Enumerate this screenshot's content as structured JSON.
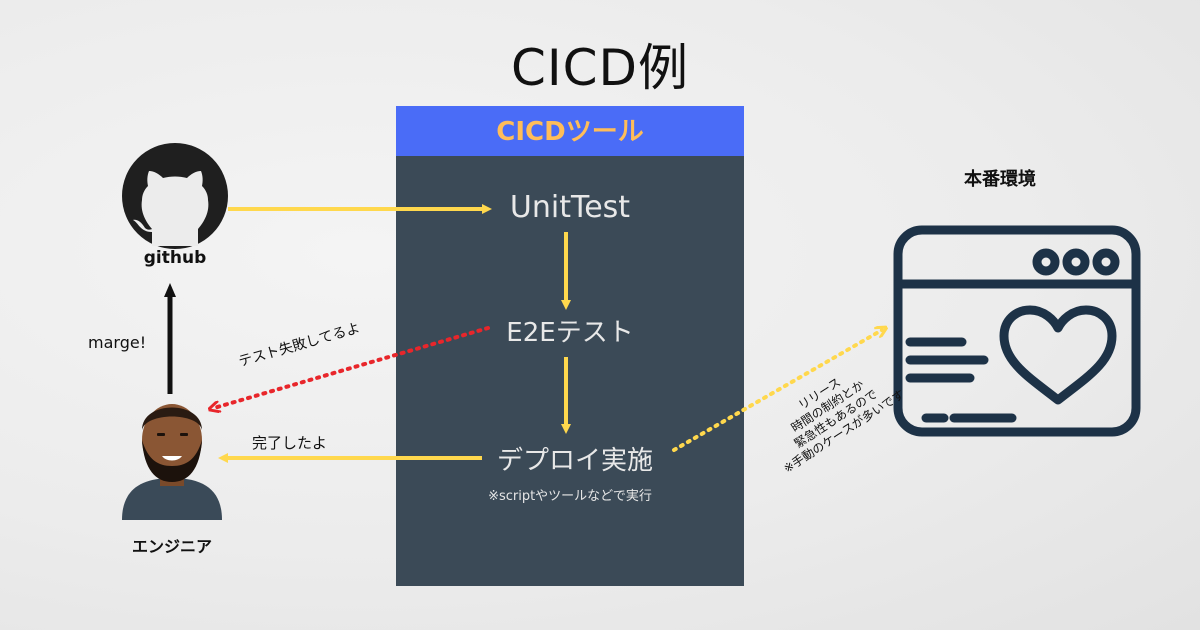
{
  "title": "CICD例",
  "tool": {
    "header": "CICDツール",
    "stages": {
      "unit_test": "UnitTest",
      "e2e_test": "E2Eテスト",
      "deploy": "デプロイ実施"
    },
    "deploy_note": "※scriptやツールなどで実行"
  },
  "actors": {
    "github": "github",
    "engineer": "エンジニア",
    "production": "本番環境"
  },
  "edges": {
    "merge": "marge!",
    "done": "完了したよ",
    "test_failed": "テスト失敗してるよ",
    "release_note_lines": [
      "リリース",
      "時間の制約とか",
      "緊急性もあるので",
      "※手動のケースが多いです"
    ]
  },
  "colors": {
    "panel": "#3b4a57",
    "header": "#4a6cf7",
    "header_text": "#ffbd59",
    "arrow_yellow": "#ffd84d",
    "arrow_red": "#e8262b",
    "icon_dark": "#1f1f1f",
    "icon_navy": "#1d3247"
  }
}
